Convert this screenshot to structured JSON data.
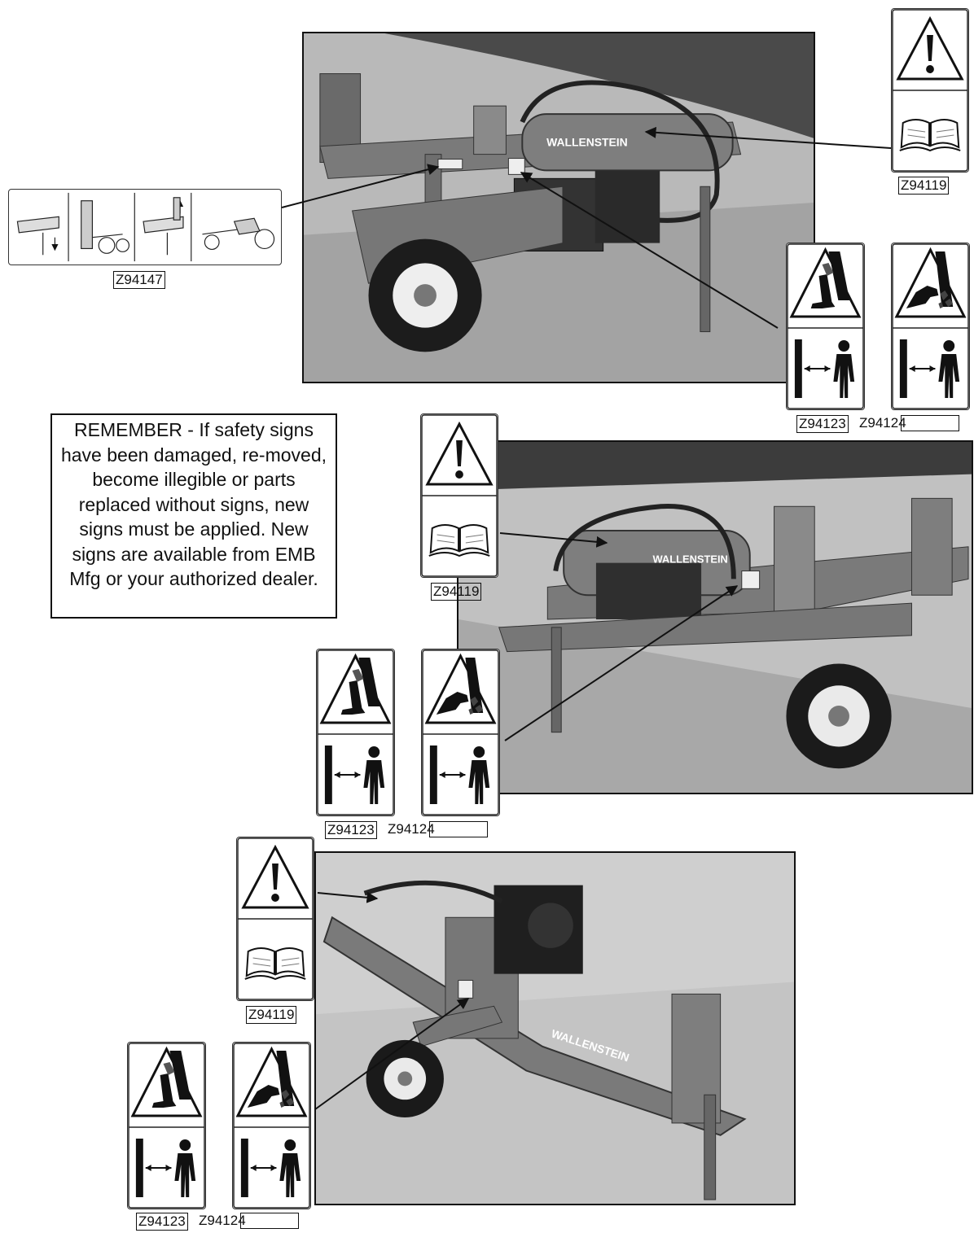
{
  "remember_note": "REMEMBER - If safety signs have been damaged, re-moved, become illegible or parts replaced without signs, new signs must be applied. New signs are available from EMB Mfg or your authorized dealer.",
  "brand_label": "WALLENSTEIN",
  "decal_codes": {
    "operating_instructions": "Z94147",
    "warning_read_manual_top": "Z94119",
    "warning_read_manual_middle": "Z94119",
    "warning_read_manual_bottom": "Z94119",
    "crush_hazard_top": "Z94123",
    "pinch_hazard_top": "Z9412",
    "pinch_hazard_top_suffix": "4",
    "crush_hazard_middle": "Z94123",
    "pinch_hazard_middle": "Z9412",
    "pinch_hazard_middle_suffix": "4",
    "crush_hazard_bottom": "Z94123",
    "pinch_hazard_bottom": "Z9412",
    "pinch_hazard_bottom_suffix": "4"
  },
  "icons": {
    "warning": "warning-triangle-icon",
    "manual": "open-book-icon",
    "crush": "foot-crush-icon",
    "pinch": "hand-pinch-icon",
    "distance": "keep-distance-icon"
  }
}
